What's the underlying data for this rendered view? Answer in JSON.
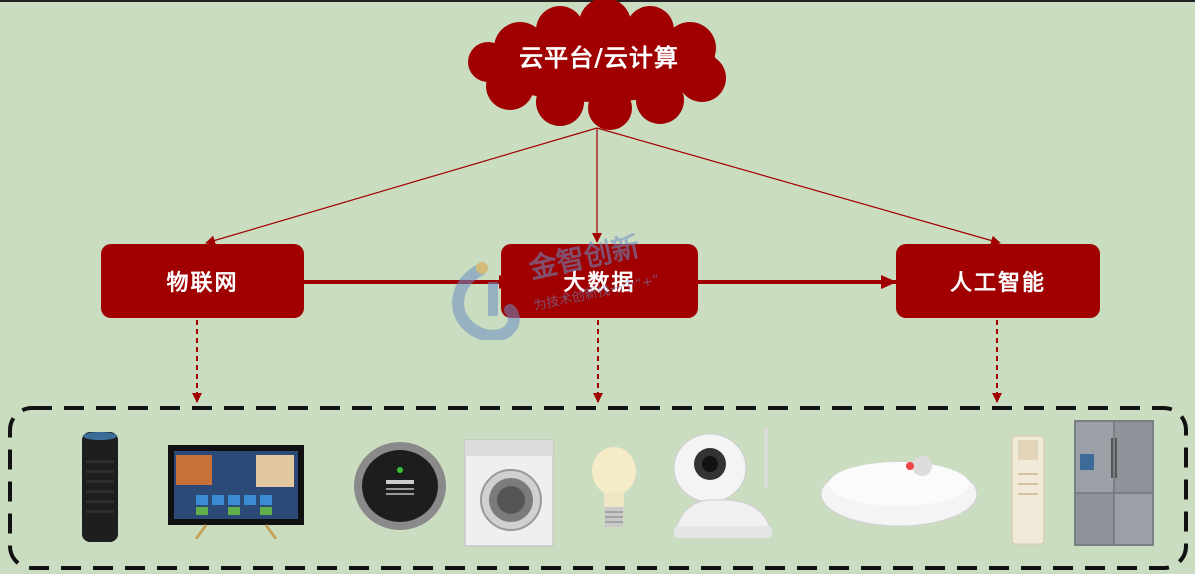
{
  "cloud": {
    "label": "云平台/云计算"
  },
  "boxes": {
    "iot": "物联网",
    "bigdata": "大数据",
    "ai": "人工智能"
  },
  "watermark": {
    "title": "金智创新",
    "subtitle": "为技术创新找一个“+”"
  },
  "colors": {
    "background": "#cbddc1",
    "box_fill": "#a00000",
    "arrow": "#a00000"
  },
  "devices": [
    {
      "name": "smart-speaker"
    },
    {
      "name": "smart-tv"
    },
    {
      "name": "smart-thermostat"
    },
    {
      "name": "washing-machine"
    },
    {
      "name": "smart-bulb"
    },
    {
      "name": "security-camera"
    },
    {
      "name": "robot-vacuum"
    },
    {
      "name": "air-conditioner"
    },
    {
      "name": "refrigerator"
    }
  ]
}
